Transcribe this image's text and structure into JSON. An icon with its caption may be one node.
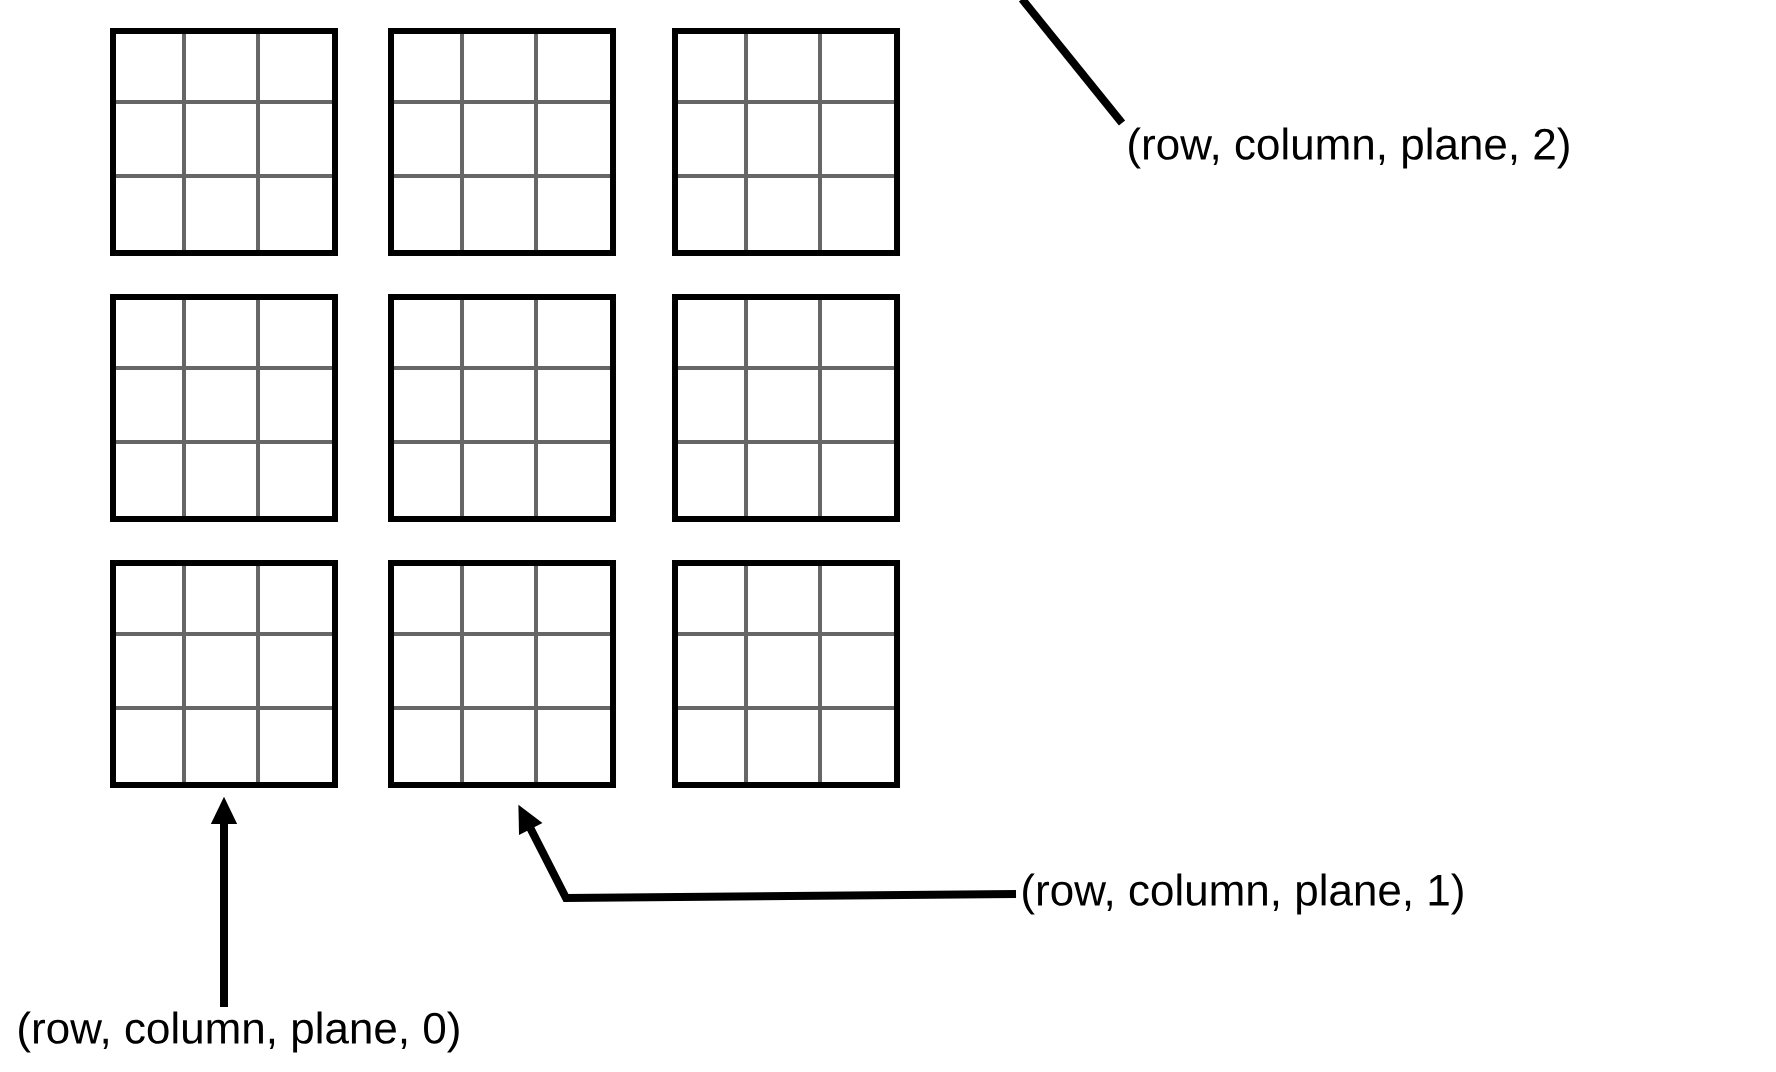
{
  "diagram": {
    "nodes": [
      {
        "text": [],
        "shape": "box"
      },
      {
        "text": [],
        "shape": "box"
      },
      {
        "text": [],
        "shape": "box"
      },
      {
        "text": [],
        "shape": "box"
      },
      {
        "text": [],
        "shape": "box"
      },
      {
        "text": [],
        "shape": "box"
      },
      {
        "text": [],
        "shape": "box"
      },
      {
        "text": [],
        "shape": "box"
      },
      {
        "text": [],
        "shape": "box"
      },
      {
        "text": [
          "(row, column, plane, 0)"
        ]
      },
      {
        "text": [
          "(row, column, plane, 1)"
        ]
      },
      {
        "text": [
          "(row, column, plane, 2)"
        ]
      }
    ],
    "edges": [
      {
        "from": 9,
        "to": 6,
        "arrow": "to"
      },
      {
        "from": 10,
        "to": 7,
        "arrow": "to"
      },
      {
        "from": 11,
        "to": null,
        "arrow": "none"
      }
    ]
  }
}
